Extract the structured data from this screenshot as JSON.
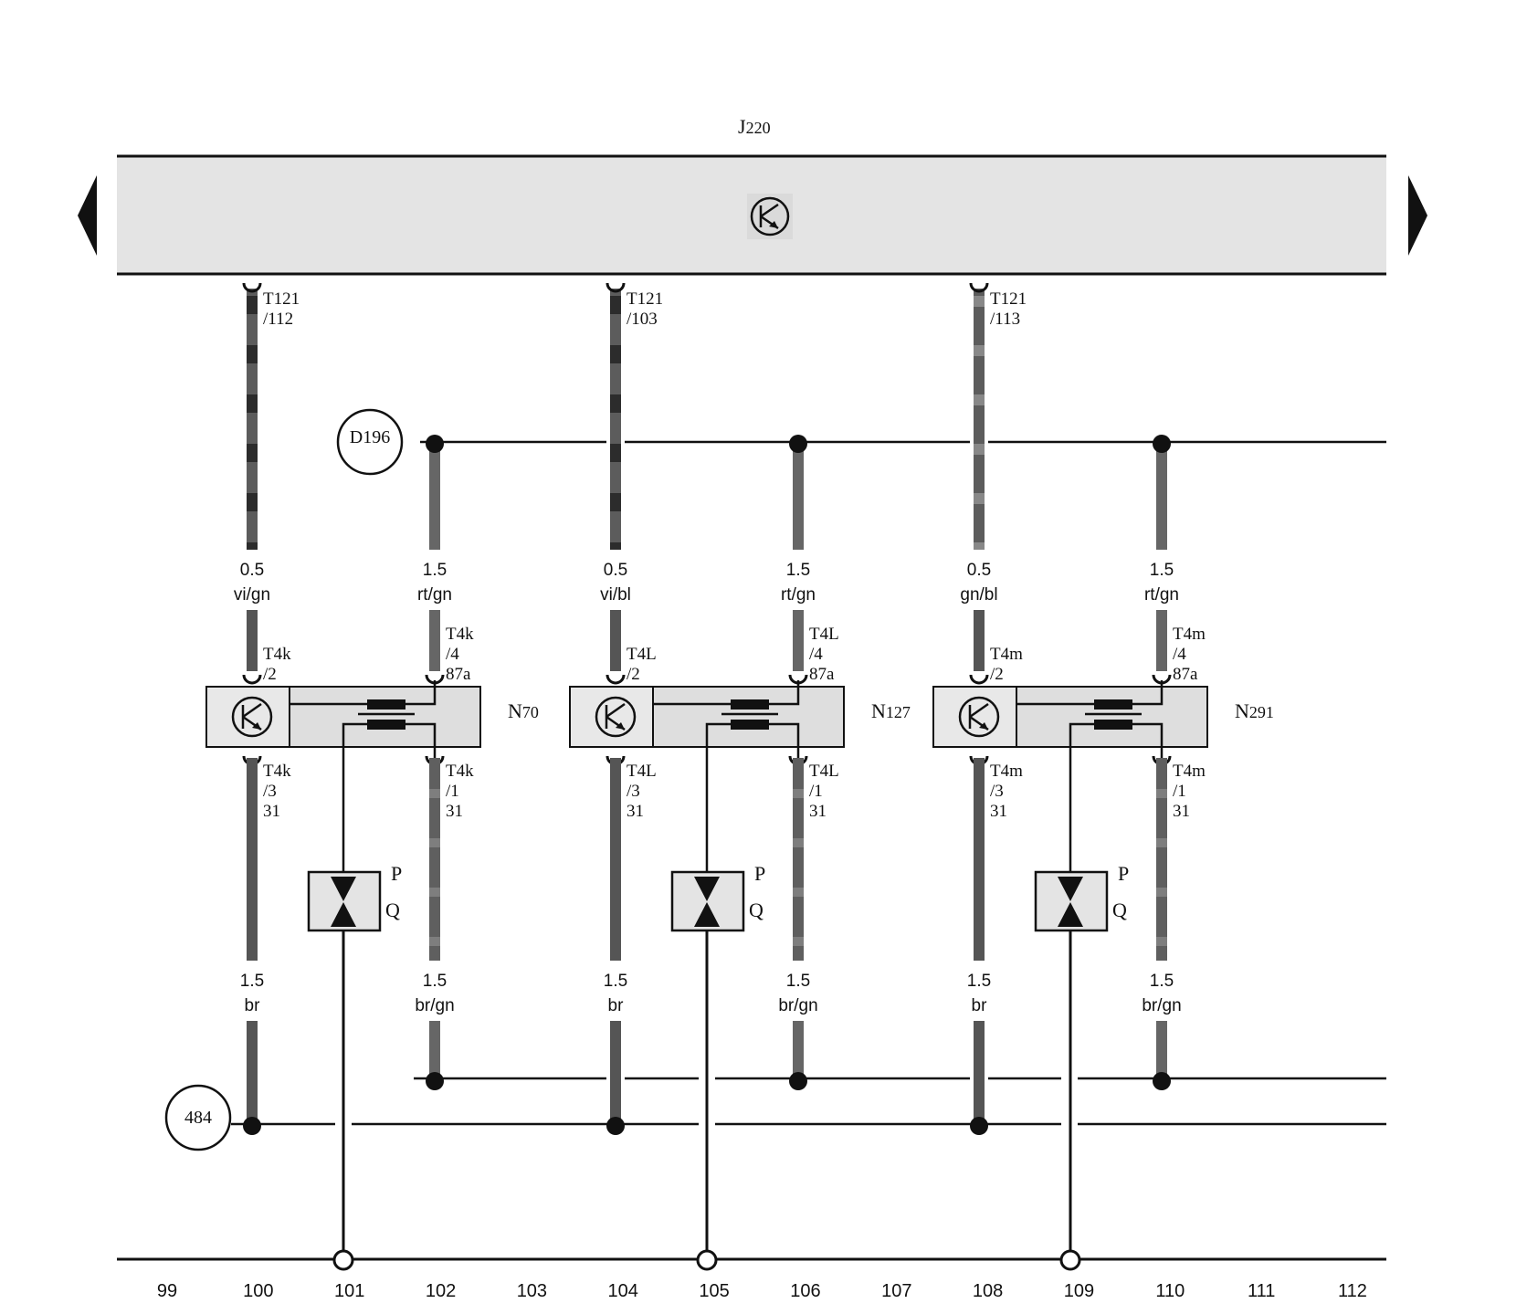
{
  "ecu": {
    "label": "J220",
    "label_main": "J",
    "label_sub": "220"
  },
  "refs": {
    "d196": "D196",
    "r484": "484"
  },
  "units": [
    {
      "name_main": "N",
      "name_sub": "70",
      "wire_ecu": {
        "pin": [
          "T121",
          "/112"
        ],
        "size": "0.5",
        "color": "vi/gn"
      },
      "wire_pwr": {
        "size": "1.5",
        "color": "rt/gn"
      },
      "pin_ctrl": [
        "T4k",
        "/2"
      ],
      "pin_pwr": [
        "T4k",
        "/4",
        "87a"
      ],
      "pin_gnd": [
        "T4k",
        "/3",
        "31"
      ],
      "pin_gnd2": [
        "T4k",
        "/1",
        "31"
      ],
      "wire_gnd": {
        "size": "1.5",
        "color": "br"
      },
      "wire_gnd2": {
        "size": "1.5",
        "color": "br/gn"
      },
      "valve": [
        "P",
        "Q"
      ]
    },
    {
      "name_main": "N",
      "name_sub": "127",
      "wire_ecu": {
        "pin": [
          "T121",
          "/103"
        ],
        "size": "0.5",
        "color": "vi/bl"
      },
      "wire_pwr": {
        "size": "1.5",
        "color": "rt/gn"
      },
      "pin_ctrl": [
        "T4L",
        "/2"
      ],
      "pin_pwr": [
        "T4L",
        "/4",
        "87a"
      ],
      "pin_gnd": [
        "T4L",
        "/3",
        "31"
      ],
      "pin_gnd2": [
        "T4L",
        "/1",
        "31"
      ],
      "wire_gnd": {
        "size": "1.5",
        "color": "br"
      },
      "wire_gnd2": {
        "size": "1.5",
        "color": "br/gn"
      },
      "valve": [
        "P",
        "Q"
      ]
    },
    {
      "name_main": "N",
      "name_sub": "291",
      "wire_ecu": {
        "pin": [
          "T121",
          "/113"
        ],
        "size": "0.5",
        "color": "gn/bl"
      },
      "wire_pwr": {
        "size": "1.5",
        "color": "rt/gn"
      },
      "pin_ctrl": [
        "T4m",
        "/2"
      ],
      "pin_pwr": [
        "T4m",
        "/4",
        "87a"
      ],
      "pin_gnd": [
        "T4m",
        "/3",
        "31"
      ],
      "pin_gnd2": [
        "T4m",
        "/1",
        "31"
      ],
      "wire_gnd": {
        "size": "1.5",
        "color": "br"
      },
      "wire_gnd2": {
        "size": "1.5",
        "color": "br/gn"
      },
      "valve": [
        "P",
        "Q"
      ]
    }
  ],
  "track_numbers": [
    "99",
    "100",
    "101",
    "102",
    "103",
    "104",
    "105",
    "106",
    "107",
    "108",
    "109",
    "110",
    "111",
    "112"
  ],
  "colors": {
    "wire": "#666666",
    "box": "#e4e4e4",
    "ink": "#111111"
  }
}
